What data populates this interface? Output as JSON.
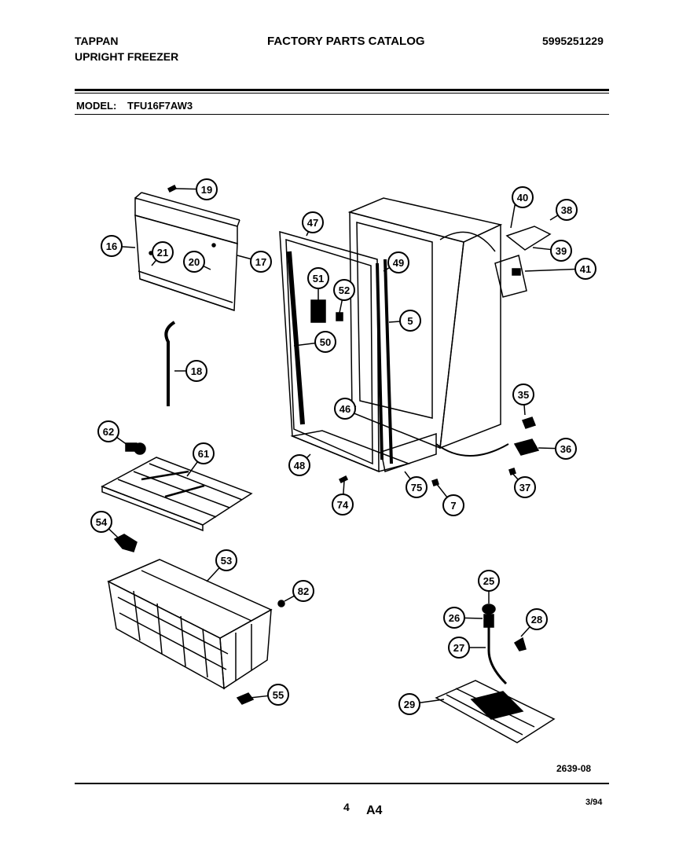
{
  "header": {
    "brand": "TAPPAN",
    "product": "UPRIGHT FREEZER",
    "catalog": "FACTORY PARTS CATALOG",
    "part_number": "5995251229",
    "model_label": "MODEL:",
    "model": "TFU16F7AW3"
  },
  "diagram": {
    "callouts": [
      "19",
      "16",
      "21",
      "20",
      "17",
      "18",
      "62",
      "61",
      "54",
      "53",
      "82",
      "55",
      "47",
      "51",
      "52",
      "50",
      "46",
      "48",
      "74",
      "75",
      "7",
      "49",
      "5",
      "40",
      "38",
      "39",
      "41",
      "35",
      "36",
      "37",
      "25",
      "26",
      "27",
      "28",
      "29"
    ],
    "drawing_code": "2639-08"
  },
  "footer": {
    "page": "4",
    "section": "A4",
    "date": "3/94"
  }
}
